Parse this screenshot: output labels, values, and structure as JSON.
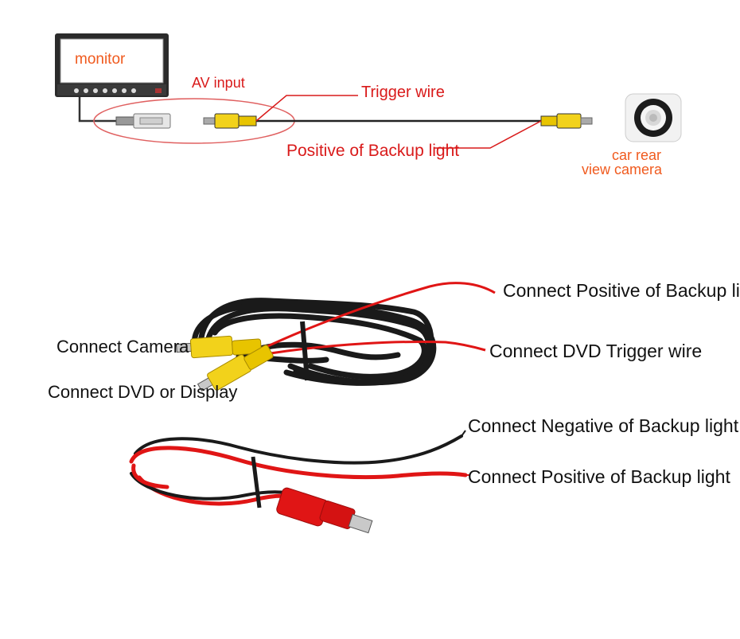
{
  "diagram": {
    "monitor_label": "monitor",
    "av_input_label": "AV input",
    "trigger_wire_label": "Trigger wire",
    "positive_backup_label": "Positive of Backup light",
    "camera_label_line1": "car rear",
    "camera_label_line2": "view camera"
  },
  "cable_labels": {
    "connect_camera": "Connect Camera",
    "connect_display": "Connect DVD or Display",
    "connect_positive_top": "Connect Positive of Backup light",
    "connect_trigger": "Connect DVD Trigger wire",
    "connect_negative": "Connect Negative of Backup light",
    "connect_positive_bottom": "Connect Positive of Backup light"
  },
  "colors": {
    "label_red": "#d91a1a",
    "label_orange": "#f05a1e",
    "rca_yellow": "#f2d21b",
    "wire_red": "#e01515",
    "cable_black": "#1a1a1a"
  }
}
